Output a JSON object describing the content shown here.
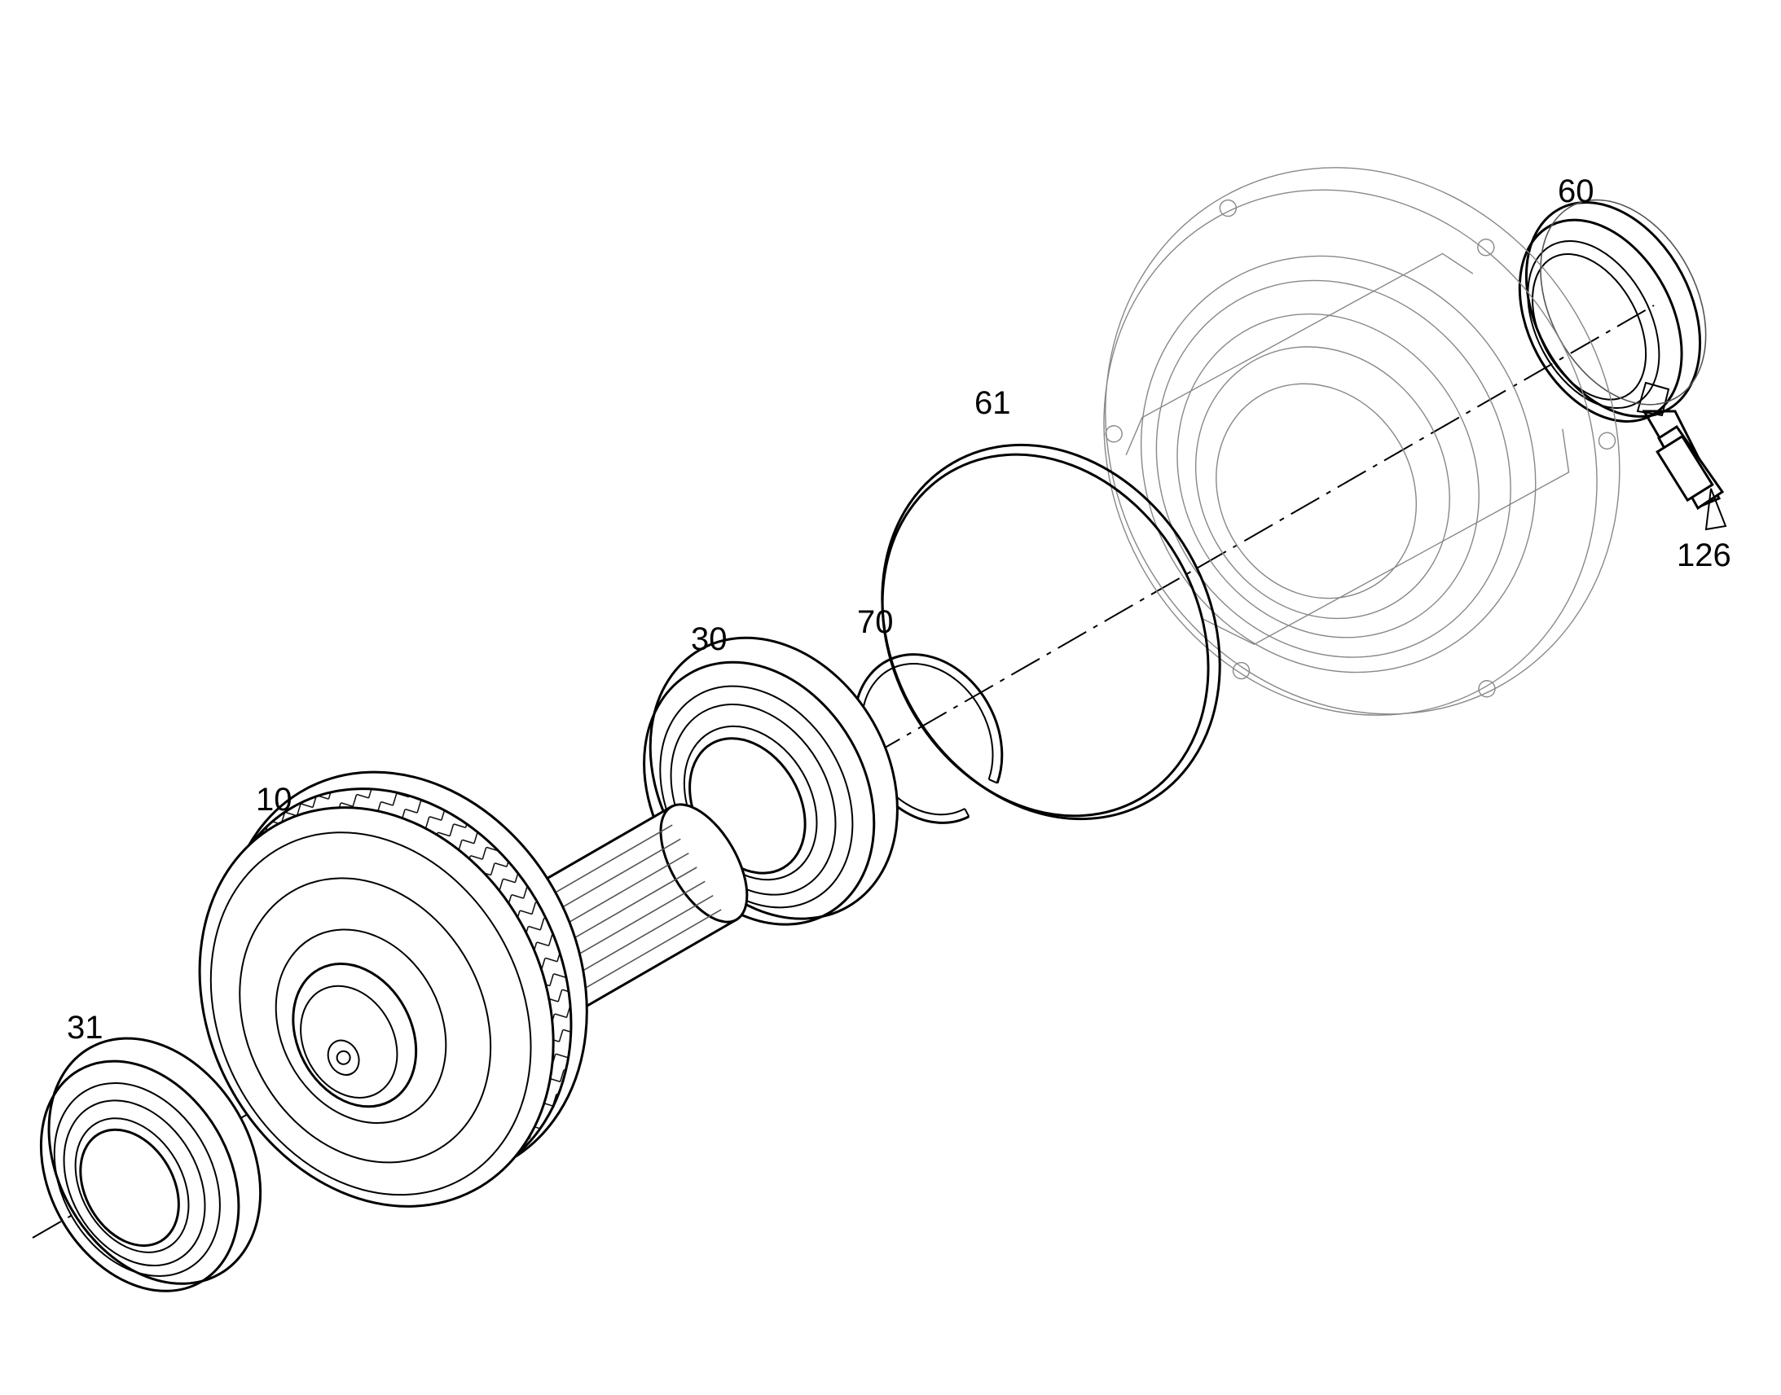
{
  "diagram": {
    "callouts": {
      "c10": "10",
      "c30": "30",
      "c31": "31",
      "c60": "60",
      "c61": "61",
      "c70": "70",
      "c126": "126"
    }
  }
}
